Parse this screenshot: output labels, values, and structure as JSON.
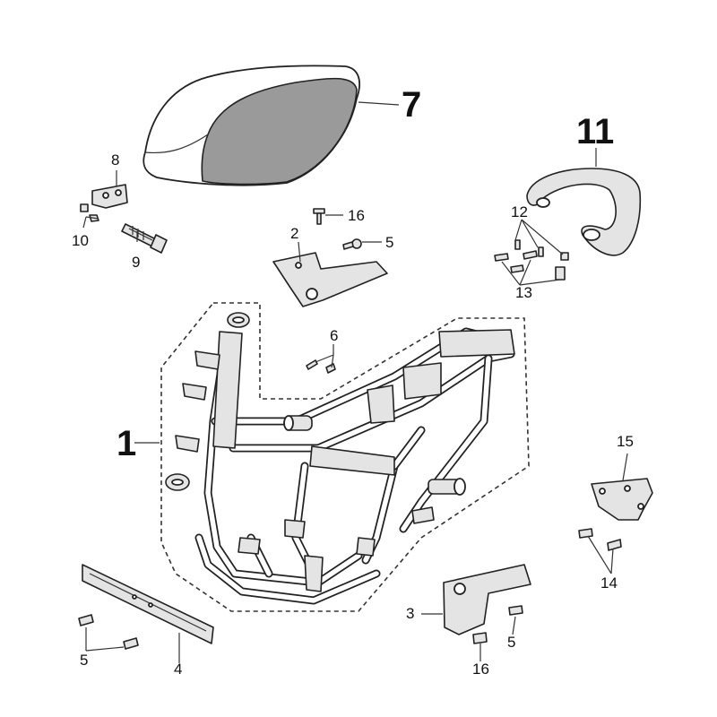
{
  "callouts": {
    "c1": "1",
    "c2": "2",
    "c3": "3",
    "c4": "4",
    "c5a": "5",
    "c5b": "5",
    "c5c": "5",
    "c6": "6",
    "c7": "7",
    "c8": "8",
    "c9": "9",
    "c10": "10",
    "c11": "11",
    "c12": "12",
    "c13": "13",
    "c14": "14",
    "c15": "15",
    "c16a": "16",
    "c16b": "16"
  }
}
